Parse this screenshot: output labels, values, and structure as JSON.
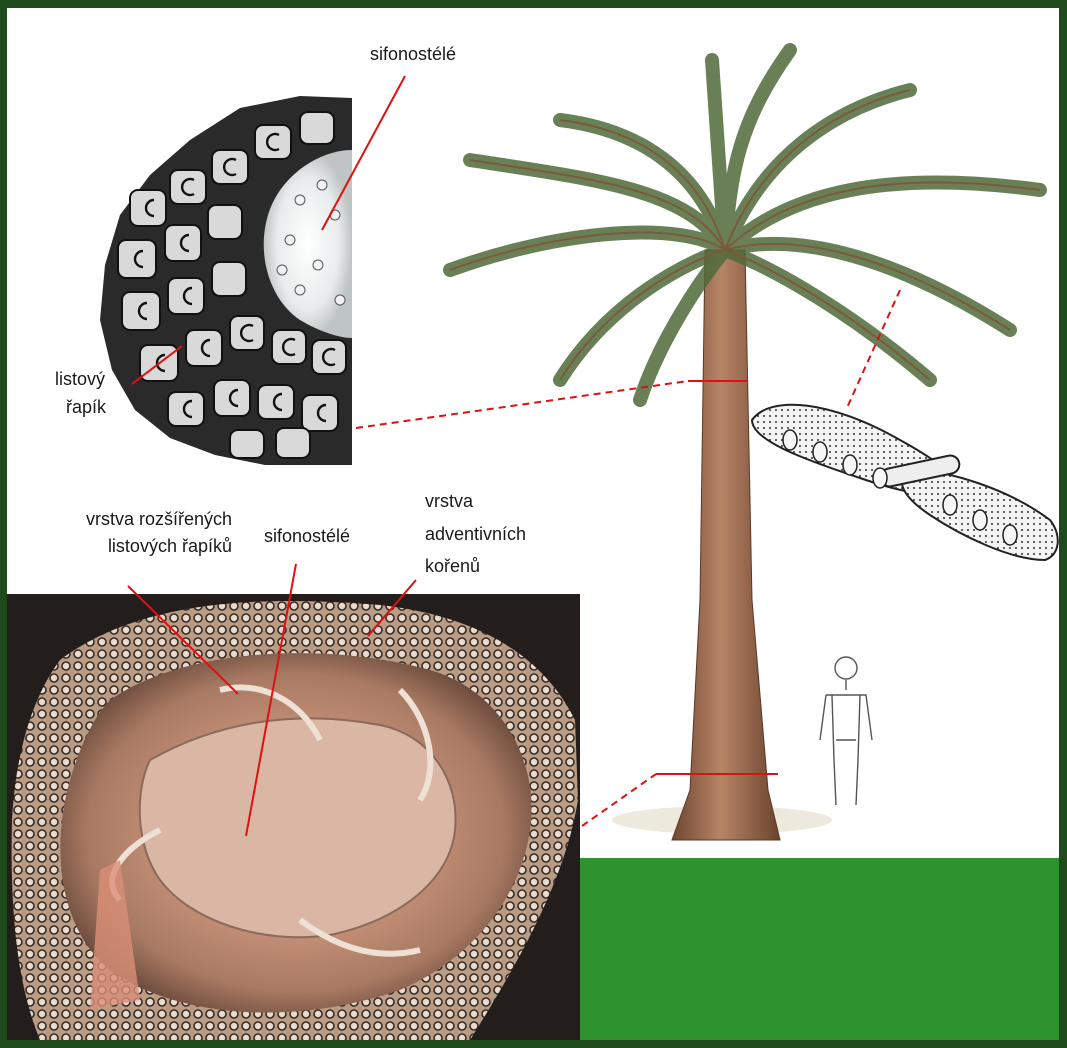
{
  "labels": {
    "sifonostele_top": "sifonostélé",
    "listovy_line1": "listový",
    "listovy_line2": "řapík",
    "vrstva_rozsirenych_line1": "vrstva rozšířených",
    "vrstva_rozsirenych_line2": "listových řapíků",
    "sifonostele_bottom": "sifonostélé",
    "vrstva_adventivnich_line1": "vrstva",
    "vrstva_adventivnich_line2": "adventivních",
    "vrstva_adventivnich_line3": "kořenů"
  },
  "colors": {
    "frame": "#1e4a1c",
    "accent_green": "#2e922e",
    "pointer_red": "#e01010",
    "trunk_brown": "#8a5a3c",
    "frond_green": "#4f6b3a",
    "section_pink": "#c98c74"
  }
}
